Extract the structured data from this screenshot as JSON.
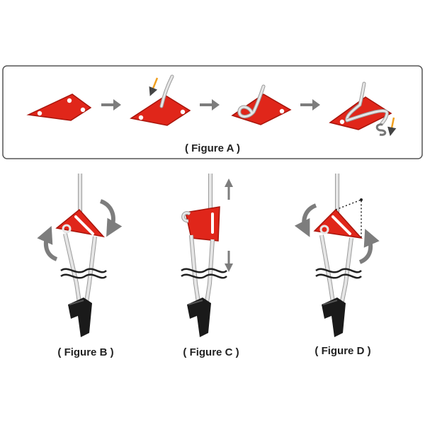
{
  "figures": {
    "a": {
      "caption": "( Figure A )"
    },
    "b": {
      "caption": "( Figure B )"
    },
    "c": {
      "caption": "( Figure C )"
    },
    "d": {
      "caption": "( Figure D )"
    }
  },
  "colors": {
    "plate_red": "#e0261a",
    "plate_dark": "#a8150c",
    "rope": "#e6e6e6",
    "rope_outline": "#9a9a9a",
    "arrow_grey": "#7d7d7d",
    "accent_orange": "#f0a020",
    "hook_black": "#1a1a1a",
    "frame_border": "#555555"
  },
  "icons": {
    "step_arrow": "arrow-right-icon",
    "rotate": "curved-arrow-icon",
    "adjust": "double-arrow-icon",
    "break": "break-wave-icon",
    "hook": "hook-icon"
  }
}
